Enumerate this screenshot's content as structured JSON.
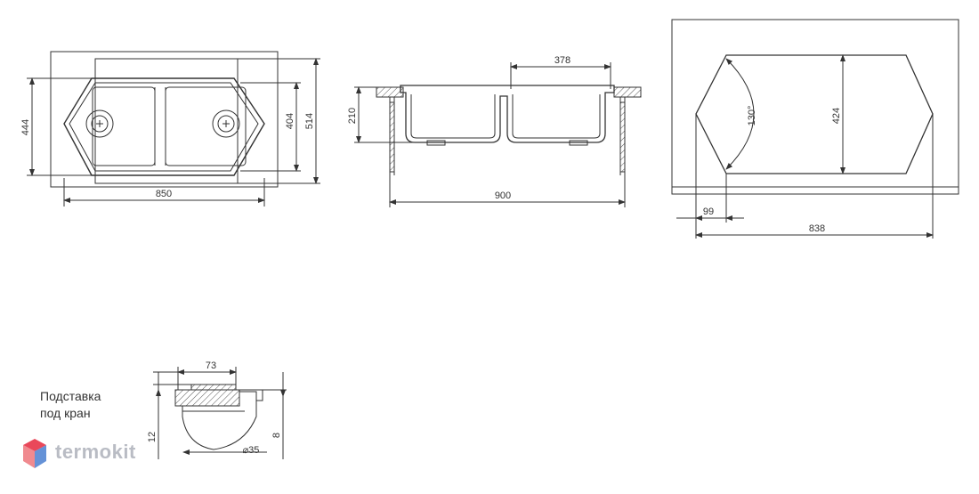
{
  "top_view": {
    "width_label": "850",
    "height_outer_label": "444",
    "height_inner_label": "404",
    "height_total_label": "514"
  },
  "section_view": {
    "depth_label": "210",
    "bowl_label": "378",
    "width_label": "900"
  },
  "cutout_view": {
    "angle_label": "130°",
    "height_label": "424",
    "offset_label": "99",
    "length_label": "838"
  },
  "tap_stand": {
    "caption_line1": "Подставка",
    "caption_line2": "под кран",
    "width_label": "73",
    "height_left_label": "12",
    "height_right_label": "8",
    "diameter_label": "⌀35"
  },
  "brand": {
    "name": "termokit",
    "color_text": "#b9bcc4",
    "color_accent": "#e9485a",
    "color_accent2": "#4a7fd0"
  }
}
